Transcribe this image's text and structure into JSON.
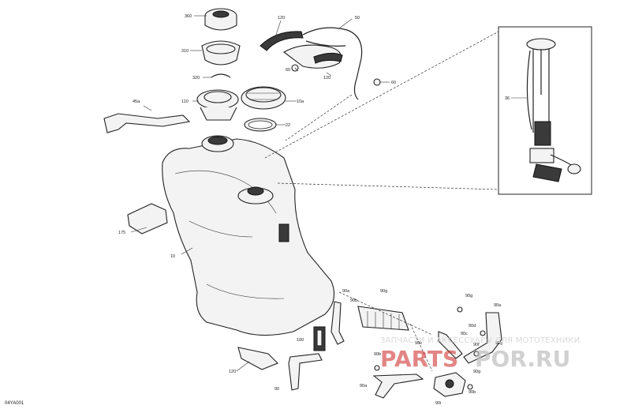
{
  "diagram": {
    "code": "04YA001",
    "callouts": [
      "360",
      "120",
      "50",
      "310",
      "60",
      "60",
      "320",
      "120",
      "45a",
      "110",
      "10a",
      "22",
      "36",
      "175",
      "10",
      "90a",
      "90b",
      "90g",
      "90g",
      "90a",
      "90d",
      "90c",
      "100",
      "90e",
      "90b",
      "90f",
      "90g",
      "120",
      "90",
      "90a",
      "90i",
      "90b",
      "90g"
    ]
  },
  "watermark": {
    "line1": "ЗАПЧАСТИ И АКСЕССУАРЫ ДЛЯ МОТОТЕХНИКИ",
    "brand_left": "PARTS",
    "brand_right": "POR.RU",
    "color_red": "#cc2020",
    "color_gray": "#cfcfcf"
  }
}
